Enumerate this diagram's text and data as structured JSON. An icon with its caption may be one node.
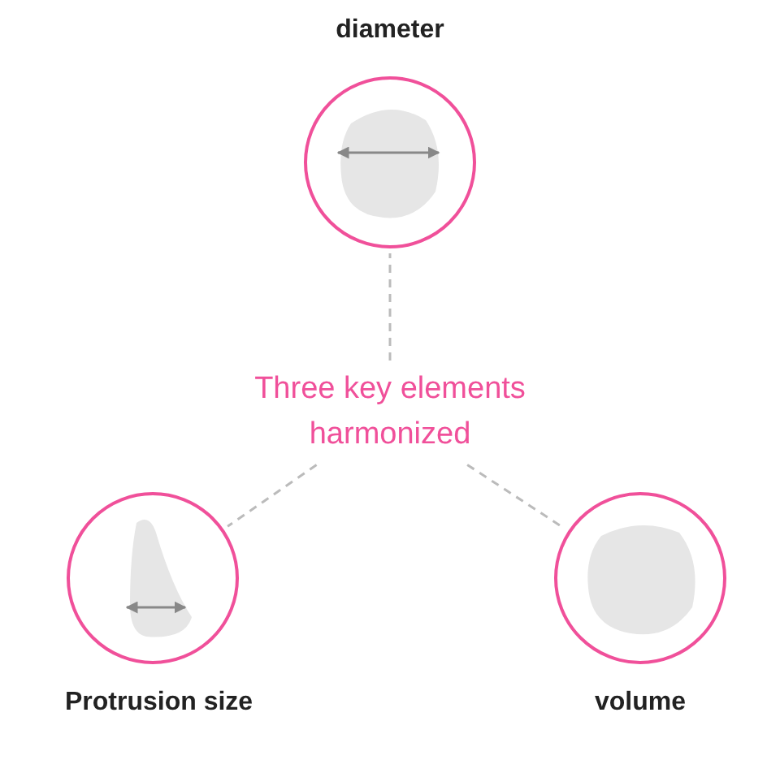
{
  "diagram": {
    "nodes": [
      {
        "text": [
          "diameter"
        ]
      },
      {
        "text": [
          "Three key elements harmonized"
        ]
      },
      {
        "text": [
          "Protrusion size"
        ]
      },
      {
        "text": [
          "volume"
        ]
      }
    ],
    "edges": [
      {
        "from": 1,
        "to": 0,
        "arrow": "none",
        "style": "dashed"
      },
      {
        "from": 1,
        "to": 2,
        "arrow": "none",
        "style": "dashed"
      },
      {
        "from": 1,
        "to": 3,
        "arrow": "none",
        "style": "dashed"
      }
    ]
  }
}
